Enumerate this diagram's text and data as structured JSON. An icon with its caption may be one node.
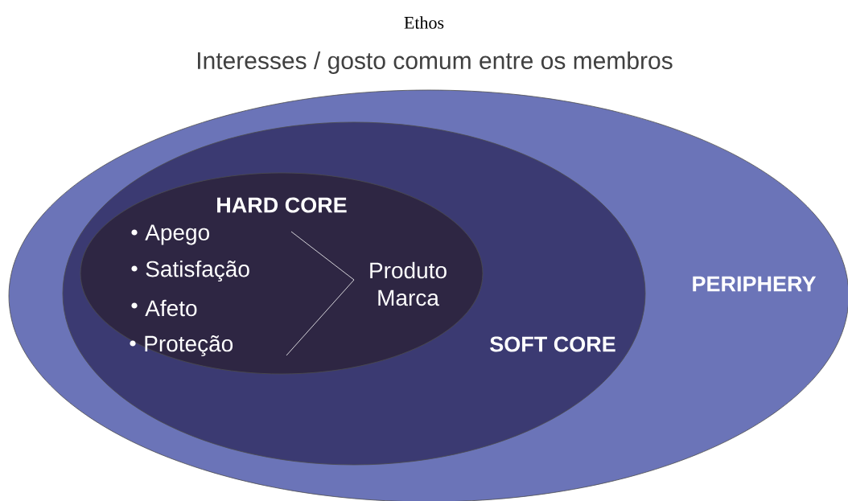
{
  "diagram": {
    "title": "Ethos",
    "nodes": [
      {
        "text": [
          "PERIPHERY"
        ]
      },
      {
        "text": [
          "SOFT CORE"
        ],
        "in": 0
      },
      {
        "text": [
          "HARD CORE",
          "Apego",
          "Satisfação",
          "Afeto",
          "Proteção",
          "Produto Marca"
        ],
        "in": 1
      }
    ],
    "labels": [
      "Interesses / gosto comum entre os membros"
    ]
  }
}
